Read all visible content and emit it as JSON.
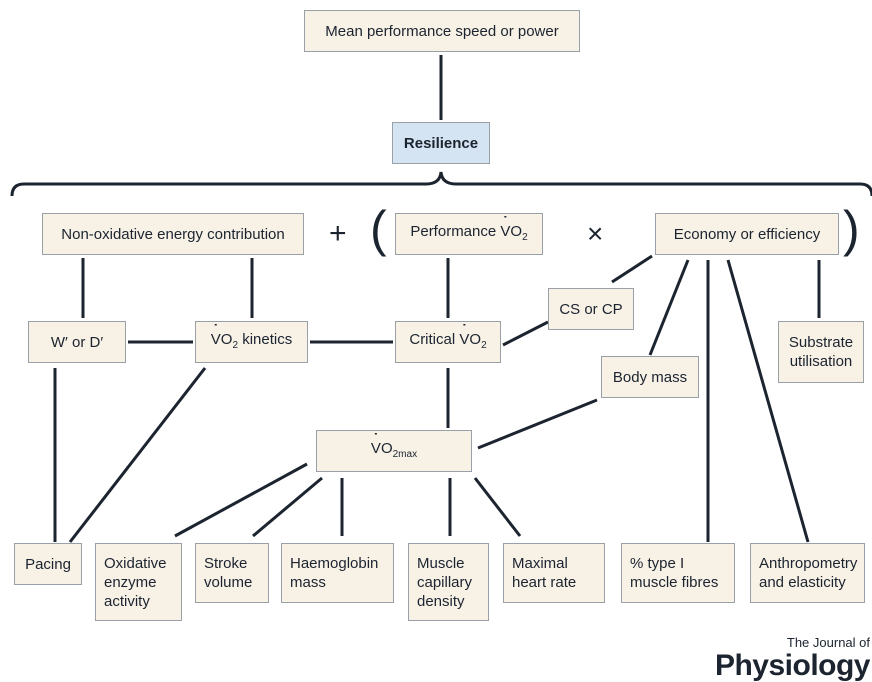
{
  "nodes": {
    "mean_performance": "Mean performance speed or power",
    "resilience": "Resilience",
    "non_oxidative": "Non-oxidative energy contribution",
    "performance_vo2_pre": "Performance ",
    "performance_vo2_v": "V",
    "performance_vo2_o": "O",
    "performance_vo2_sub": "2",
    "economy": "Economy or efficiency",
    "w_prime": "W′ or D′",
    "vo2_kinetics_v": "V",
    "vo2_kinetics_o": "O",
    "vo2_kinetics_sub": "2",
    "vo2_kinetics_post": " kinetics",
    "critical_pre": "Critical ",
    "critical_v": "V",
    "critical_o": "O",
    "critical_sub": "2",
    "cs_cp": "CS or CP",
    "substrate": "Substrate utilisation",
    "body_mass": "Body mass",
    "vo2max_v": "V",
    "vo2max_o": "O",
    "vo2max_sub": "2max",
    "pacing": "Pacing",
    "oxidative_enzyme": "Oxidative enzyme activity",
    "stroke_volume": "Stroke volume",
    "haemoglobin": "Haemoglobin mass",
    "muscle_capillary": "Muscle capillary density",
    "maximal_hr": "Maximal heart rate",
    "type1_fibres": "% type I muscle fibres",
    "anthropometry": "Anthropometry and elasticity"
  },
  "operators": {
    "plus": "+",
    "times": "×",
    "open_paren": "(",
    "close_paren": ")"
  },
  "logo": {
    "line1": "The Journal of",
    "line2": "Physiology"
  },
  "colors": {
    "box_fill": "#f7f1e6",
    "resilience_fill": "#d4e4f3",
    "line": "#1c2430"
  }
}
